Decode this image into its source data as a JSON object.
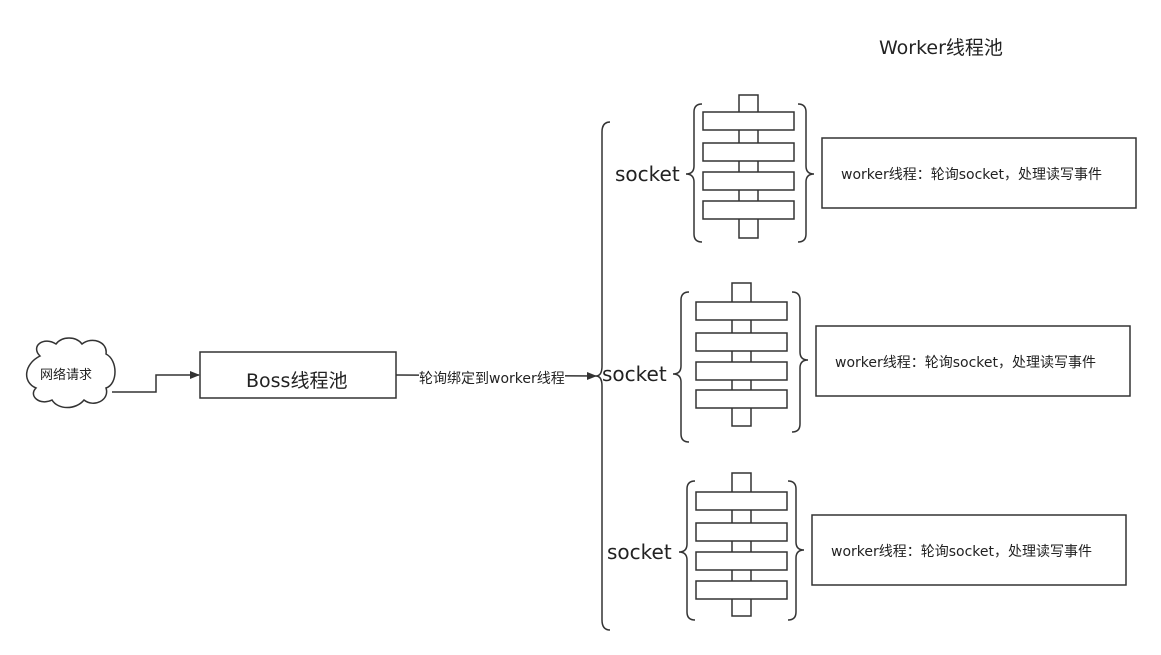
{
  "diagram": {
    "title": "Worker线程池",
    "client_label": "网络请求",
    "boss_label": "Boss线程池",
    "edge_label": "轮询绑定到worker线程",
    "workers": [
      {
        "socket_label": "socket",
        "description": "worker线程：轮询socket，处理读写事件"
      },
      {
        "socket_label": "socket",
        "description": "worker线程：轮询socket，处理读写事件"
      },
      {
        "socket_label": "socket",
        "description": "worker线程：轮询socket，处理读写事件"
      }
    ],
    "colors": {
      "stroke": "#333333",
      "text": "#222222",
      "background": "#ffffff"
    },
    "shapes": {
      "client": "cloud",
      "boss": "rectangle",
      "worker_group": "curly-brace",
      "socket_group": "stacked-bars-on-vertical-bar"
    }
  }
}
